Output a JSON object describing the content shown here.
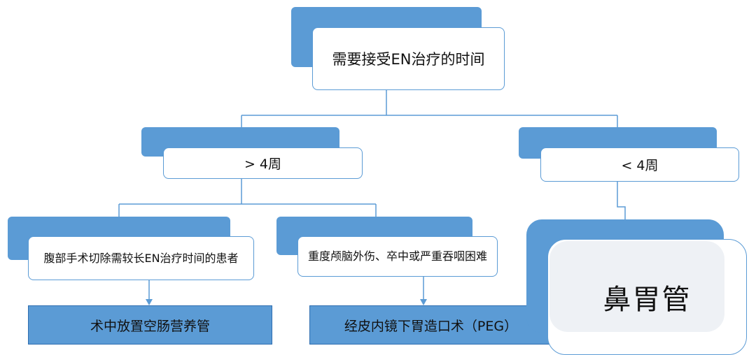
{
  "diagram": {
    "root": {
      "label": "需要接受EN治疗的时间"
    },
    "branch_long": {
      "label": "> 4周"
    },
    "branch_short": {
      "label": "< 4周"
    },
    "condition_surgery": {
      "label": "腹部手术切除需较长EN治疗时间的患者"
    },
    "condition_brain": {
      "label": "重度颅脑外伤、卒中或严重吞咽困难"
    },
    "result_jejunal": {
      "label": "术中放置空肠营养管"
    },
    "result_peg": {
      "label": "经皮内镜下胃造口术（PEG）"
    },
    "result_nasogastric": {
      "label": "鼻胃管"
    }
  },
  "colors": {
    "accent": "#5b9bd5",
    "border_dark": "#2e6db0",
    "pale_fill": "#eef1f5"
  }
}
